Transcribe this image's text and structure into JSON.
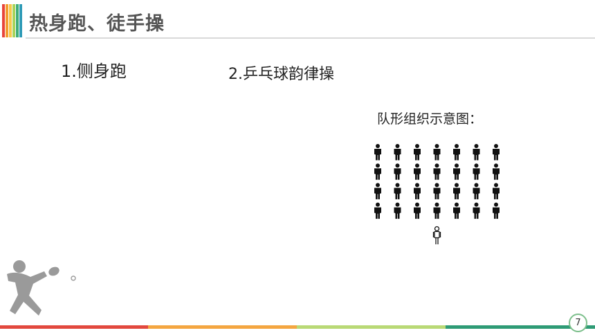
{
  "slide": {
    "title": "热身跑、徒手操",
    "page_number": "7"
  },
  "items": [
    {
      "label": "1.侧身跑"
    },
    {
      "label": "2.乒乓球韵律操"
    }
  ],
  "formation": {
    "caption": "队形组织示意图：",
    "columns": 7,
    "rows": 4,
    "leader_count": 1
  },
  "colors": {
    "accent_bars": [
      "#e8443a",
      "#f39b2e",
      "#f6c94a",
      "#a8d35a",
      "#3fae79",
      "#2f9bb7"
    ],
    "bottom_bar": [
      "#e2483e",
      "#f4a640",
      "#b9d975",
      "#2e9b75"
    ],
    "title_text": "#555555",
    "figure": "#111111",
    "deco_gray": "#9a9a9a"
  }
}
